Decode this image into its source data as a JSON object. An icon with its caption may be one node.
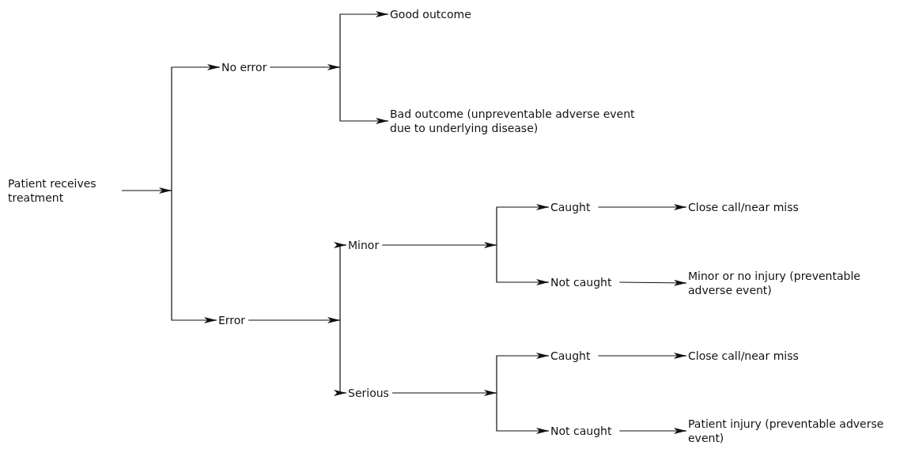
{
  "diagram": {
    "nodes": [
      {
        "text": [
          "Patient receives treatment"
        ]
      },
      {
        "text": [
          "No error"
        ]
      },
      {
        "text": [
          "Error"
        ]
      },
      {
        "text": [
          "Good outcome"
        ]
      },
      {
        "text": [
          "Bad outcome (unpreventable adverse event due to underlying disease)"
        ]
      },
      {
        "text": [
          "Minor"
        ]
      },
      {
        "text": [
          "Serious"
        ]
      },
      {
        "text": [
          "Caught"
        ]
      },
      {
        "text": [
          "Not caught"
        ]
      },
      {
        "text": [
          "Close call/near miss"
        ]
      },
      {
        "text": [
          "Minor or no injury (preventable adverse event)"
        ]
      },
      {
        "text": [
          "Caught"
        ]
      },
      {
        "text": [
          "Not caught"
        ]
      },
      {
        "text": [
          "Close call/near miss"
        ]
      },
      {
        "text": [
          "Patient injury (preventable adverse event)"
        ]
      }
    ],
    "edges": [
      {
        "from": 0,
        "to": 1,
        "arrow": "to"
      },
      {
        "from": 0,
        "to": 2,
        "arrow": "to"
      },
      {
        "from": 1,
        "to": 3,
        "arrow": "to"
      },
      {
        "from": 1,
        "to": 4,
        "arrow": "to"
      },
      {
        "from": 2,
        "to": 5,
        "arrow": "to"
      },
      {
        "from": 2,
        "to": 6,
        "arrow": "to"
      },
      {
        "from": 5,
        "to": 7,
        "arrow": "to"
      },
      {
        "from": 5,
        "to": 8,
        "arrow": "to"
      },
      {
        "from": 6,
        "to": 11,
        "arrow": "to"
      },
      {
        "from": 6,
        "to": 12,
        "arrow": "to"
      },
      {
        "from": 7,
        "to": 9,
        "arrow": "to"
      },
      {
        "from": 8,
        "to": 10,
        "arrow": "to"
      },
      {
        "from": 11,
        "to": 13,
        "arrow": "to"
      },
      {
        "from": 12,
        "to": 14,
        "arrow": "to"
      }
    ]
  }
}
